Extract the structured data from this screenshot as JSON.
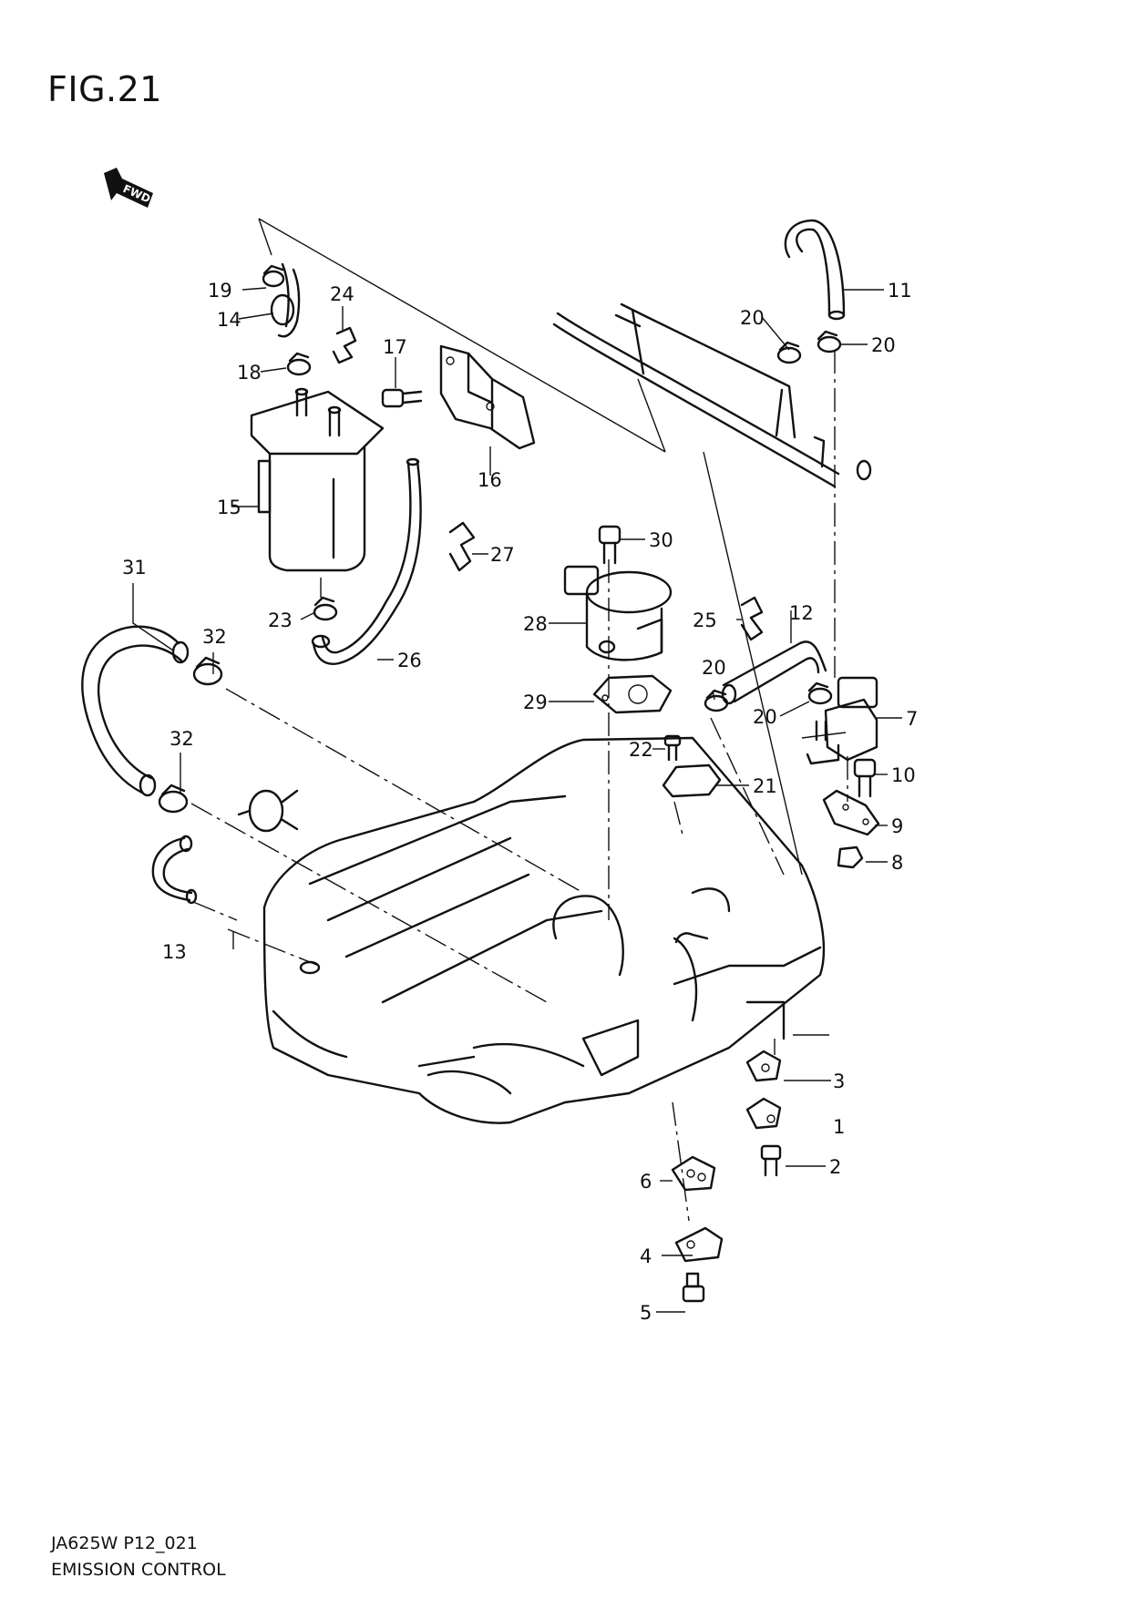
{
  "figure": {
    "title": "FIG.21"
  },
  "direction_marker": {
    "label": "FWD",
    "icon": "fwd-arrow-icon"
  },
  "footer": {
    "code": "JA625W P12_021",
    "name": "EMISSION CONTROL"
  },
  "callouts": [
    "1",
    "2",
    "3",
    "4",
    "5",
    "6",
    "7",
    "8",
    "9",
    "10",
    "11",
    "12",
    "13",
    "14",
    "15",
    "16",
    "17",
    "18",
    "19",
    "20",
    "20",
    "20",
    "20",
    "21",
    "22",
    "23",
    "24",
    "25",
    "26",
    "27",
    "28",
    "29",
    "30",
    "31",
    "32",
    "32"
  ]
}
